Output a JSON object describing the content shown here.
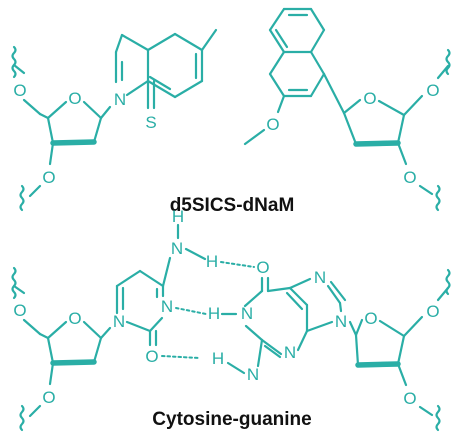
{
  "top_pair": {
    "caption": "d5SICS-dNaM",
    "left_nucleoside": {
      "atoms": {
        "o5": "O",
        "o_ring": "O",
        "o3": "O",
        "n": "N",
        "s": "S"
      }
    },
    "right_nucleoside": {
      "atoms": {
        "o_methoxy": "O",
        "o_ring": "O",
        "o5": "O",
        "o3": "O"
      }
    }
  },
  "bottom_pair": {
    "caption": "Cytosine-guanine",
    "cytosine": {
      "atoms": {
        "o5": "O",
        "o_ring": "O",
        "o3": "O",
        "n1": "N",
        "n3": "N",
        "o2": "O",
        "n4_n": "N",
        "n4_h": "H"
      }
    },
    "guanine": {
      "atoms": {
        "o6": "O",
        "h1": "H",
        "n1": "N",
        "n3": "N",
        "n2_n": "N",
        "n2_h": "H",
        "n7": "N",
        "n9": "N",
        "o_ring": "O",
        "o5": "O",
        "o3": "O"
      }
    }
  },
  "colors": {
    "structure": "#2aaea6",
    "caption_text": "#111111"
  }
}
